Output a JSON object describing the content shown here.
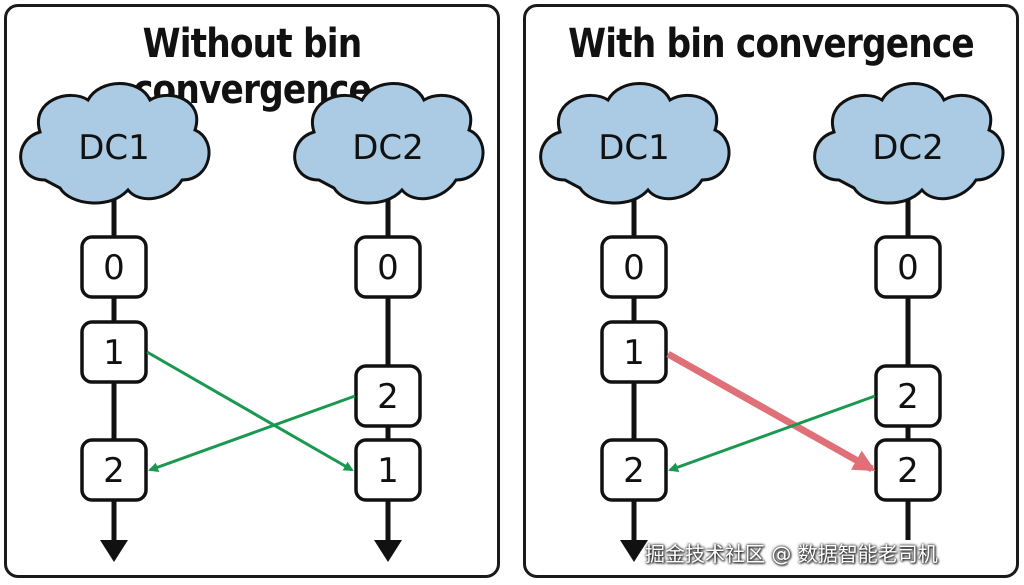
{
  "panels": {
    "left": {
      "title": "Without bin convergence",
      "dc1": {
        "label": "DC1",
        "nodes": [
          "0",
          "1",
          "2"
        ]
      },
      "dc2": {
        "label": "DC2",
        "nodes": [
          "0",
          "2",
          "1"
        ]
      }
    },
    "right": {
      "title": "With bin convergence",
      "dc1": {
        "label": "DC1",
        "nodes": [
          "0",
          "1",
          "2"
        ]
      },
      "dc2": {
        "label": "DC2",
        "nodes": [
          "0",
          "2",
          "2"
        ]
      }
    }
  },
  "colors": {
    "cloud_fill": "#aacbe3",
    "green_arrow": "#1a9850",
    "red_arrow": "#e07078",
    "line": "#111111"
  },
  "watermark": "掘金技术社区 @ 数据智能老司机"
}
